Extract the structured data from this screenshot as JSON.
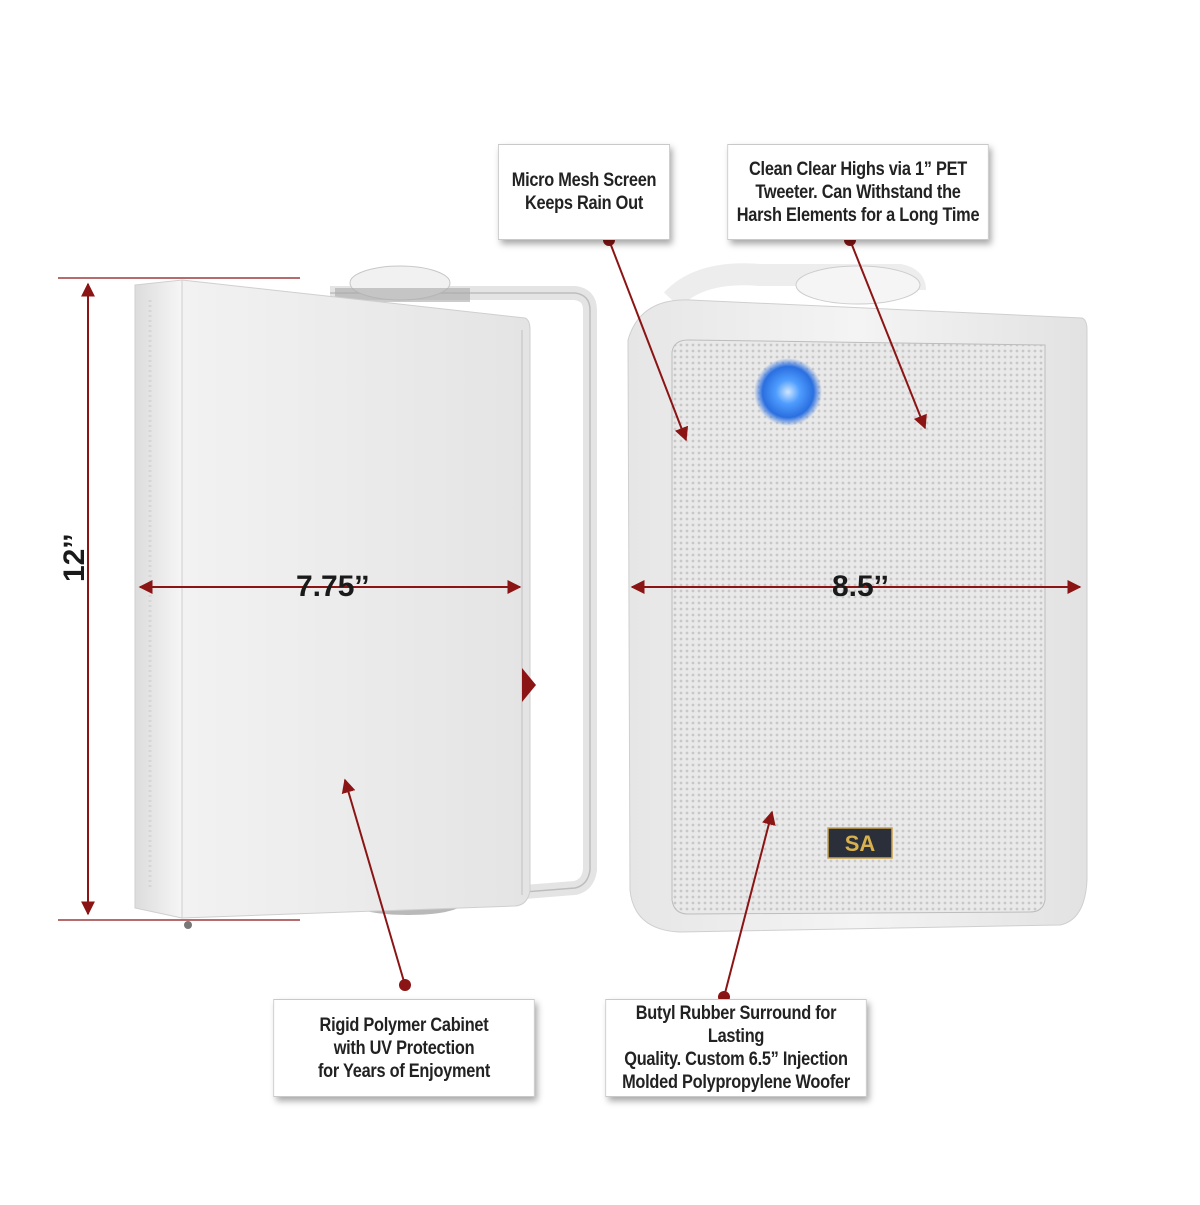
{
  "dimensions": {
    "height": "12ˮ",
    "side_width": "7.75ˮ",
    "front_width": "8.5ˮ"
  },
  "callouts": {
    "mesh": {
      "line1": "Micro Mesh Screen",
      "line2": "Keeps Rain Out"
    },
    "tweeter": {
      "line1": "Clean Clear Highs via 1” PET",
      "line2": "Tweeter.  Can Withstand the",
      "line3": "Harsh Elements for a Long Time"
    },
    "cabinet": {
      "line1": "Rigid Polymer Cabinet",
      "line2": "with UV Protection",
      "line3": "for Years of Enjoyment"
    },
    "woofer": {
      "line1": "Butyl Rubber Surround for Lasting",
      "line2": "Quality.  Custom 6.5” Injection",
      "line3": "Molded Polypropylene Woofer"
    }
  },
  "logo": {
    "text": "SA"
  },
  "colors": {
    "arrow": "#8b1414",
    "speaker": "#eeeeee",
    "led": "#3a8cff"
  }
}
